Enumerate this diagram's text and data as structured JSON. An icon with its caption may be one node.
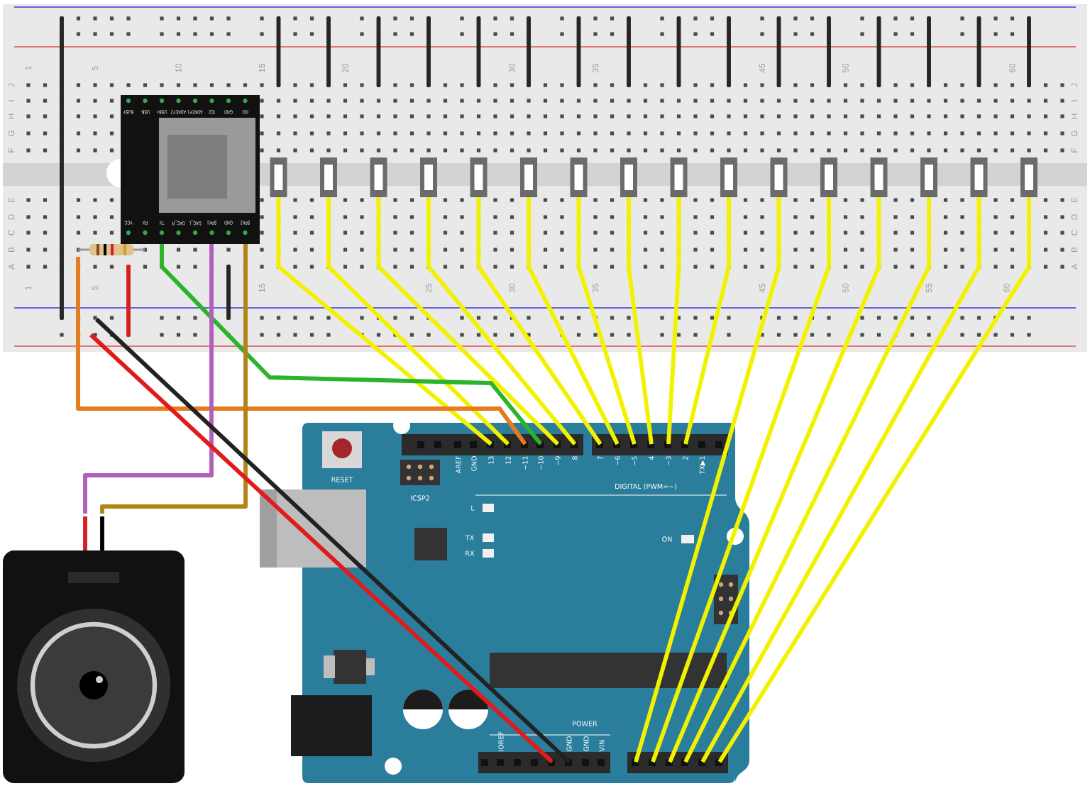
{
  "diagram": {
    "nodes": [
      {
        "text": [
          "1",
          "5",
          "10",
          "15",
          "20",
          "30",
          "35",
          "45",
          "50",
          "60",
          "J",
          "I",
          "H",
          "G",
          "F",
          "E",
          "D",
          "C",
          "B",
          "A",
          "J",
          "I",
          "H",
          "G",
          "F",
          "E",
          "D",
          "C",
          "B",
          "A",
          "1",
          "5",
          "15",
          "25",
          "30",
          "35",
          "45",
          "50",
          "55",
          "60"
        ]
      },
      {
        "text": [
          "BUSY",
          "USB-",
          "USB+",
          "ADKEY2",
          "ADKEY1",
          "IO2",
          "GND",
          "IO1",
          "VCC",
          "RX",
          "TX",
          "DAC_R",
          "DAC_L",
          "SPK1",
          "GND",
          "SPK2"
        ],
        "in": 0
      },
      {
        "text": [],
        "shape": "picture",
        "in": 0
      },
      {
        "text": [],
        "shape": "box",
        "in": 0
      },
      {
        "text": [],
        "shape": "box",
        "in": 0
      },
      {
        "text": [],
        "shape": "box",
        "in": 0
      },
      {
        "text": [],
        "shape": "box",
        "in": 0
      },
      {
        "text": [],
        "shape": "box",
        "in": 0
      },
      {
        "text": [],
        "shape": "box",
        "in": 0
      },
      {
        "text": [],
        "shape": "box",
        "in": 0
      },
      {
        "text": [],
        "shape": "box",
        "in": 0
      },
      {
        "text": [],
        "shape": "box",
        "in": 0
      },
      {
        "text": [],
        "shape": "box",
        "in": 0
      },
      {
        "text": [],
        "shape": "box",
        "in": 0
      },
      {
        "text": [],
        "shape": "box",
        "in": 0
      },
      {
        "text": [],
        "shape": "box",
        "in": 0
      },
      {
        "text": [],
        "shape": "box",
        "in": 0
      },
      {
        "text": [],
        "shape": "box",
        "in": 0
      },
      {
        "text": [],
        "shape": "box",
        "in": 0
      },
      {
        "text": [
          "RESET",
          "ICSP2",
          "AREF",
          "GND",
          "13",
          "12",
          "~11",
          "~10",
          "~9",
          "8",
          "7",
          "~6",
          "~5",
          "4",
          "~3",
          "2",
          "TX▶1",
          "DIGITAL (PWM=~)",
          "L",
          "TX",
          "RX",
          "ON",
          "IOREF",
          "GND",
          "GND",
          "VIN",
          "POWER"
        ]
      },
      {
        "text": [],
        "shape": "picture"
      }
    ],
    "edges": [
      {
        "from": 3,
        "to": 19,
        "arrow": "none"
      },
      {
        "from": 4,
        "to": 19,
        "arrow": "none"
      },
      {
        "from": 5,
        "to": 19,
        "arrow": "none"
      },
      {
        "from": 6,
        "to": 19,
        "arrow": "none"
      },
      {
        "from": 7,
        "to": 19,
        "arrow": "none"
      },
      {
        "from": 8,
        "to": 19,
        "arrow": "none"
      },
      {
        "from": 9,
        "to": 19,
        "arrow": "none"
      },
      {
        "from": 10,
        "to": 19,
        "arrow": "none"
      },
      {
        "from": 11,
        "to": 19,
        "arrow": "none"
      },
      {
        "from": 12,
        "to": 19,
        "arrow": "none"
      },
      {
        "from": 13,
        "to": 19,
        "arrow": "none"
      },
      {
        "from": 14,
        "to": 19,
        "arrow": "none"
      },
      {
        "from": 15,
        "to": 19,
        "arrow": "none"
      },
      {
        "from": 16,
        "to": 19,
        "arrow": "none"
      },
      {
        "from": 17,
        "to": 19,
        "arrow": "none"
      },
      {
        "from": 18,
        "to": 19,
        "arrow": "none"
      },
      {
        "from": 2,
        "to": 19,
        "arrow": "none",
        "color": "#e57a1e"
      },
      {
        "from": 1,
        "to": 19,
        "arrow": "none",
        "color": "#2bb32b"
      },
      {
        "from": 1,
        "to": 20,
        "arrow": "none",
        "color": "#b15fb8"
      },
      {
        "from": 1,
        "to": 20,
        "arrow": "none",
        "color": "#b08516"
      },
      {
        "from": 0,
        "to": 19,
        "arrow": "none",
        "color": "#e01b1b"
      },
      {
        "from": 0,
        "to": 19,
        "arrow": "none",
        "color": "#222222"
      }
    ]
  }
}
